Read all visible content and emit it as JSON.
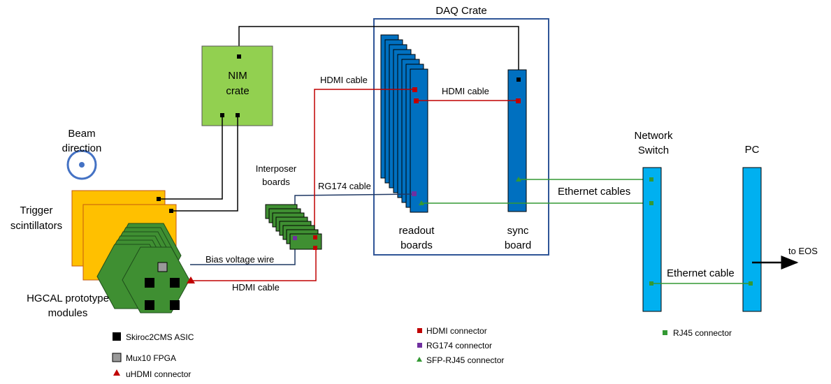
{
  "labels": {
    "daq_crate": "DAQ Crate",
    "nim_crate_line1": "NIM",
    "nim_crate_line2": "crate",
    "hdmi_cable_top": "HDMI cable",
    "hdmi_cable_mid": "HDMI cable",
    "hdmi_cable_bottom": "HDMI cable",
    "beam_line1": "Beam",
    "beam_line2": "direction",
    "trigger_line1": "Trigger",
    "trigger_line2": "scintillators",
    "interposer_line1": "Interposer",
    "interposer_line2": "boards",
    "rg174_cable": "RG174 cable",
    "bias_voltage_wire": "Bias voltage wire",
    "hgcal_line1": "HGCAL prototype",
    "hgcal_line2": "modules",
    "readout_line1": "readout",
    "readout_line2": "boards",
    "sync_line1": "sync",
    "sync_line2": "board",
    "network_line1": "Network",
    "network_line2": "Switch",
    "pc": "PC",
    "ethernet_cables": "Ethernet cables",
    "ethernet_cable": "Ethernet cable",
    "to_eos": "to EOS"
  },
  "legend": {
    "skiroc": "Skiroc2CMS ASIC",
    "mux10": "Mux10 FPGA",
    "uhdmi": "uHDMI connector",
    "hdmi_conn": "HDMI connector",
    "rg174_conn": "RG174 connector",
    "sfp_conn": "SFP-RJ45 connector",
    "rj45_conn": "RJ45 connector"
  },
  "colors": {
    "daq_border": "#2f5597",
    "board_blue": "#0070c0",
    "switch_blue": "#00b0f0",
    "nim_green": "#92d050",
    "module_green": "#3f8f32",
    "trigger_orange": "#ffc000",
    "hdmi_red": "#c00000",
    "rg174_purple": "#7030a0",
    "ethernet_green": "#339933",
    "bias_blue": "#1f3864"
  }
}
